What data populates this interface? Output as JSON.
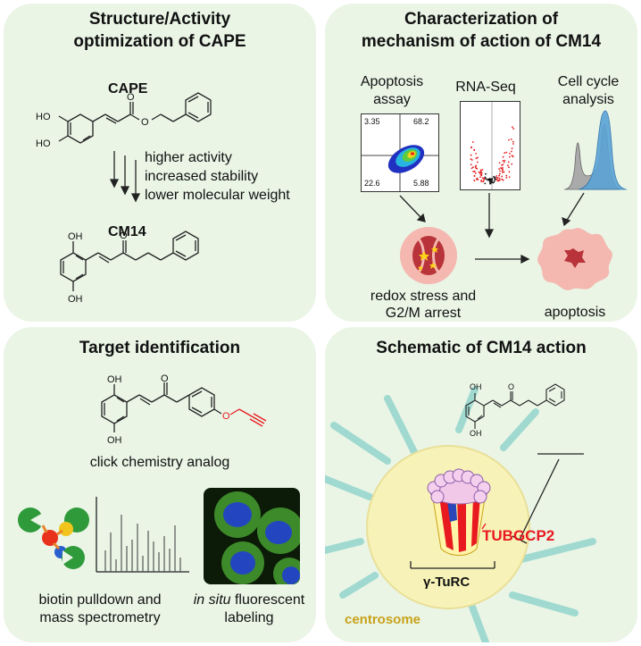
{
  "panel_tl": {
    "title_line1": "Structure/Activity",
    "title_line2": "optimization of CAPE",
    "label_cape": "CAPE",
    "label_cm14": "CM14",
    "improvements": [
      "higher activity",
      "increased stability",
      "lower molecular weight"
    ],
    "atoms": {
      "ho": "HO",
      "oh": "OH",
      "o": "O"
    }
  },
  "panel_tr": {
    "title_line1": "Characterization of",
    "title_line2": "mechanism of action of CM14",
    "apoptosis_line1": "Apoptosis",
    "apoptosis_line2": "assay",
    "rnaseq": "RNA-Seq",
    "cellcycle_line1": "Cell cycle",
    "cellcycle_line2": "analysis",
    "quadrants": [
      "3.35",
      "68.2",
      "22.6",
      "5.88"
    ],
    "redox_line1": "redox stress and",
    "redox_line2": "G2/M arrest",
    "apoptosis_result": "apoptosis"
  },
  "panel_bl": {
    "title": "Target identification",
    "click_label": "click chemistry analog",
    "pulldown_line1": "biotin pulldown and",
    "pulldown_line2": "mass spectrometry",
    "insitu_italic": "in situ",
    "insitu_rest": " fluorescent",
    "labeling": "labeling"
  },
  "panel_br": {
    "title": "Schematic of CM14 action",
    "target": "TUBGCP2",
    "complex": "γ-TuRC",
    "organelle": "centrosome"
  },
  "colors": {
    "panel_bg": "#eaf5e6",
    "red": "#e8191f",
    "gold": "#c8a21a",
    "scatter_red": "#e31a1c",
    "histogram_blue": "#5ba3d6",
    "centrosome": "#f7f3b8",
    "spoke": "#9fd9d0"
  }
}
